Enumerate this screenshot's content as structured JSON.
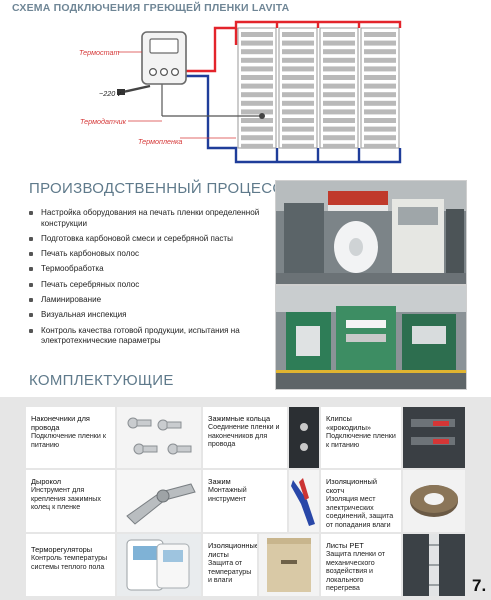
{
  "scheme": {
    "title": "СХЕМА ПОДКЛЮЧЕНИЯ ГРЕЮЩЕЙ ПЛЕНКИ LAVITA",
    "label_thermostat": "Термостат",
    "label_voltage": "~220 v",
    "label_sensor": "Термодатчик",
    "label_film": "Термопленка",
    "colors": {
      "phase": "#e3242b",
      "neutral": "#1f3d9a",
      "film": "#b9b9b9",
      "label": "#d63a3a"
    }
  },
  "production": {
    "title": "ПРОИЗВОДСТВЕННЫЙ ПРОЦЕСС",
    "steps": [
      "Настройка оборудования на печать пленки определенной конструкции",
      "Подготовка карбоновой смеси и серебряной пасты",
      "Печать карбоновых полос",
      "Термообработка",
      "Печать серебряных полос",
      "Ламинирование",
      "Визуальная инспекция",
      "Контроль качества готовой продукции, испытания на электротехнические параметры"
    ]
  },
  "components": {
    "title": "КОМПЛЕКТУЮЩИЕ",
    "items": [
      {
        "name": "Наконечники для провода",
        "desc": "Подключение пленки к питанию"
      },
      {
        "name": "Зажимные кольца",
        "desc": "Соединение пленки и наконечников для провода"
      },
      {
        "name": "Клипсы «крокодилы»",
        "desc": "Подключение пленки к питанию"
      },
      {
        "name": "Дырокол",
        "desc": "Инструмент для крепления зажимных колец к пленке"
      },
      {
        "name": "Зажим",
        "desc": "Монтажный инструмент"
      },
      {
        "name": "Изоляционный скотч",
        "desc": "Изоляция мест электрических соединений, защита от попадания влаги"
      },
      {
        "name": "Терморегуляторы",
        "desc": "Контроль температуры системы теплого пола"
      },
      {
        "name": "Изоляционные листы",
        "desc": "Защита от температуры и влаги"
      },
      {
        "name": "Листы PET",
        "desc": "Защита пленки от механического воздействия и локального перегрева"
      }
    ]
  },
  "page": {
    "number": "7."
  }
}
